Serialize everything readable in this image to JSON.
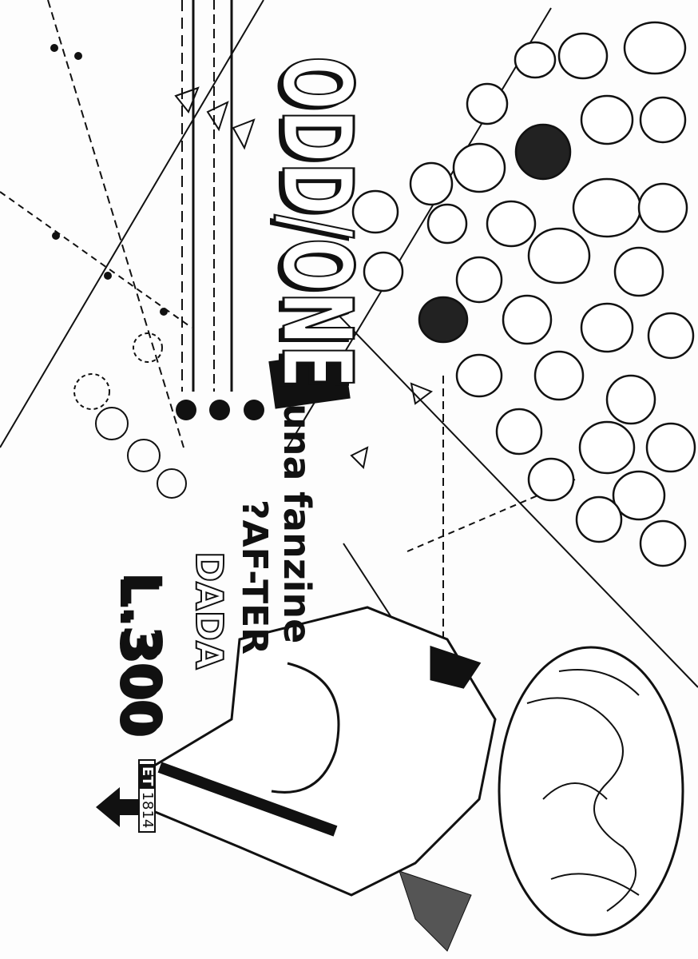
{
  "cover": {
    "title": "ODD/ONE",
    "subtitle_line1": "una",
    "subtitle_line2": "fanzine",
    "subtitle_line3": "?AF-TER",
    "subtitle_line4": "DADA",
    "price": "L.300",
    "tag_prefix": "ET",
    "tag_number": "1814"
  }
}
